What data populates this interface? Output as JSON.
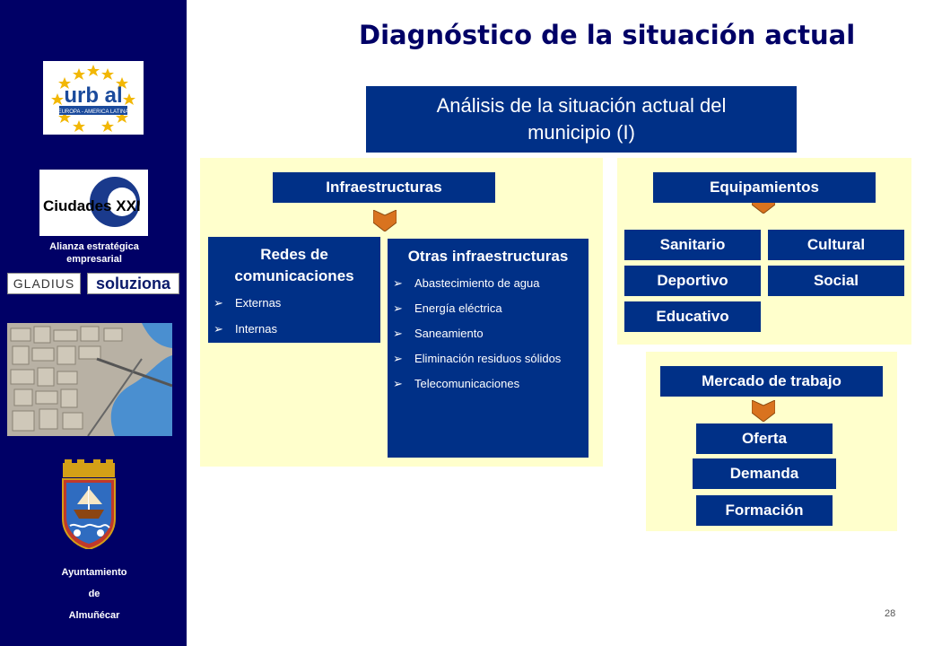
{
  "sidebar": {
    "urbal_logo_text": "urb al",
    "urbal_logo_subtext": "EUROPA - AMERICA LATINA",
    "ciudades_logo_text": "Ciudades XXI",
    "alianza_line1": "Alianza estratégica",
    "alianza_line2": "empresarial",
    "gladius_logo_text": "GLADIUS",
    "soluziona_logo_text": "soluziona",
    "ayto_line1": "Ayuntamiento",
    "ayto_line2": "de",
    "ayto_line3": "Almuñécar"
  },
  "title": "Diagnóstico de la situación actual",
  "main_box": "Análisis de la situación actual del municipio (I)",
  "infra": {
    "header": "Infraestructuras",
    "redes": {
      "title": "Redes de comunicaciones",
      "items": [
        "Externas",
        "Internas"
      ]
    },
    "otras": {
      "title": "Otras infraestructuras",
      "items": [
        "Abastecimiento de agua",
        "Energía eléctrica",
        "Saneamiento",
        "Eliminación residuos sólidos",
        "Telecomunicaciones"
      ]
    }
  },
  "equip": {
    "header": "Equipamientos",
    "items": [
      "Sanitario",
      "Cultural",
      "Deportivo",
      "Social",
      "Educativo"
    ]
  },
  "mercado": {
    "header": "Mercado de trabajo",
    "items": [
      "Oferta",
      "Demanda",
      "Formación"
    ]
  },
  "page_number": "28",
  "colors": {
    "navy": "#000066",
    "box_blue": "#003087",
    "panel_yellow": "#ffffcc",
    "arrow_orange": "#d9731f"
  }
}
